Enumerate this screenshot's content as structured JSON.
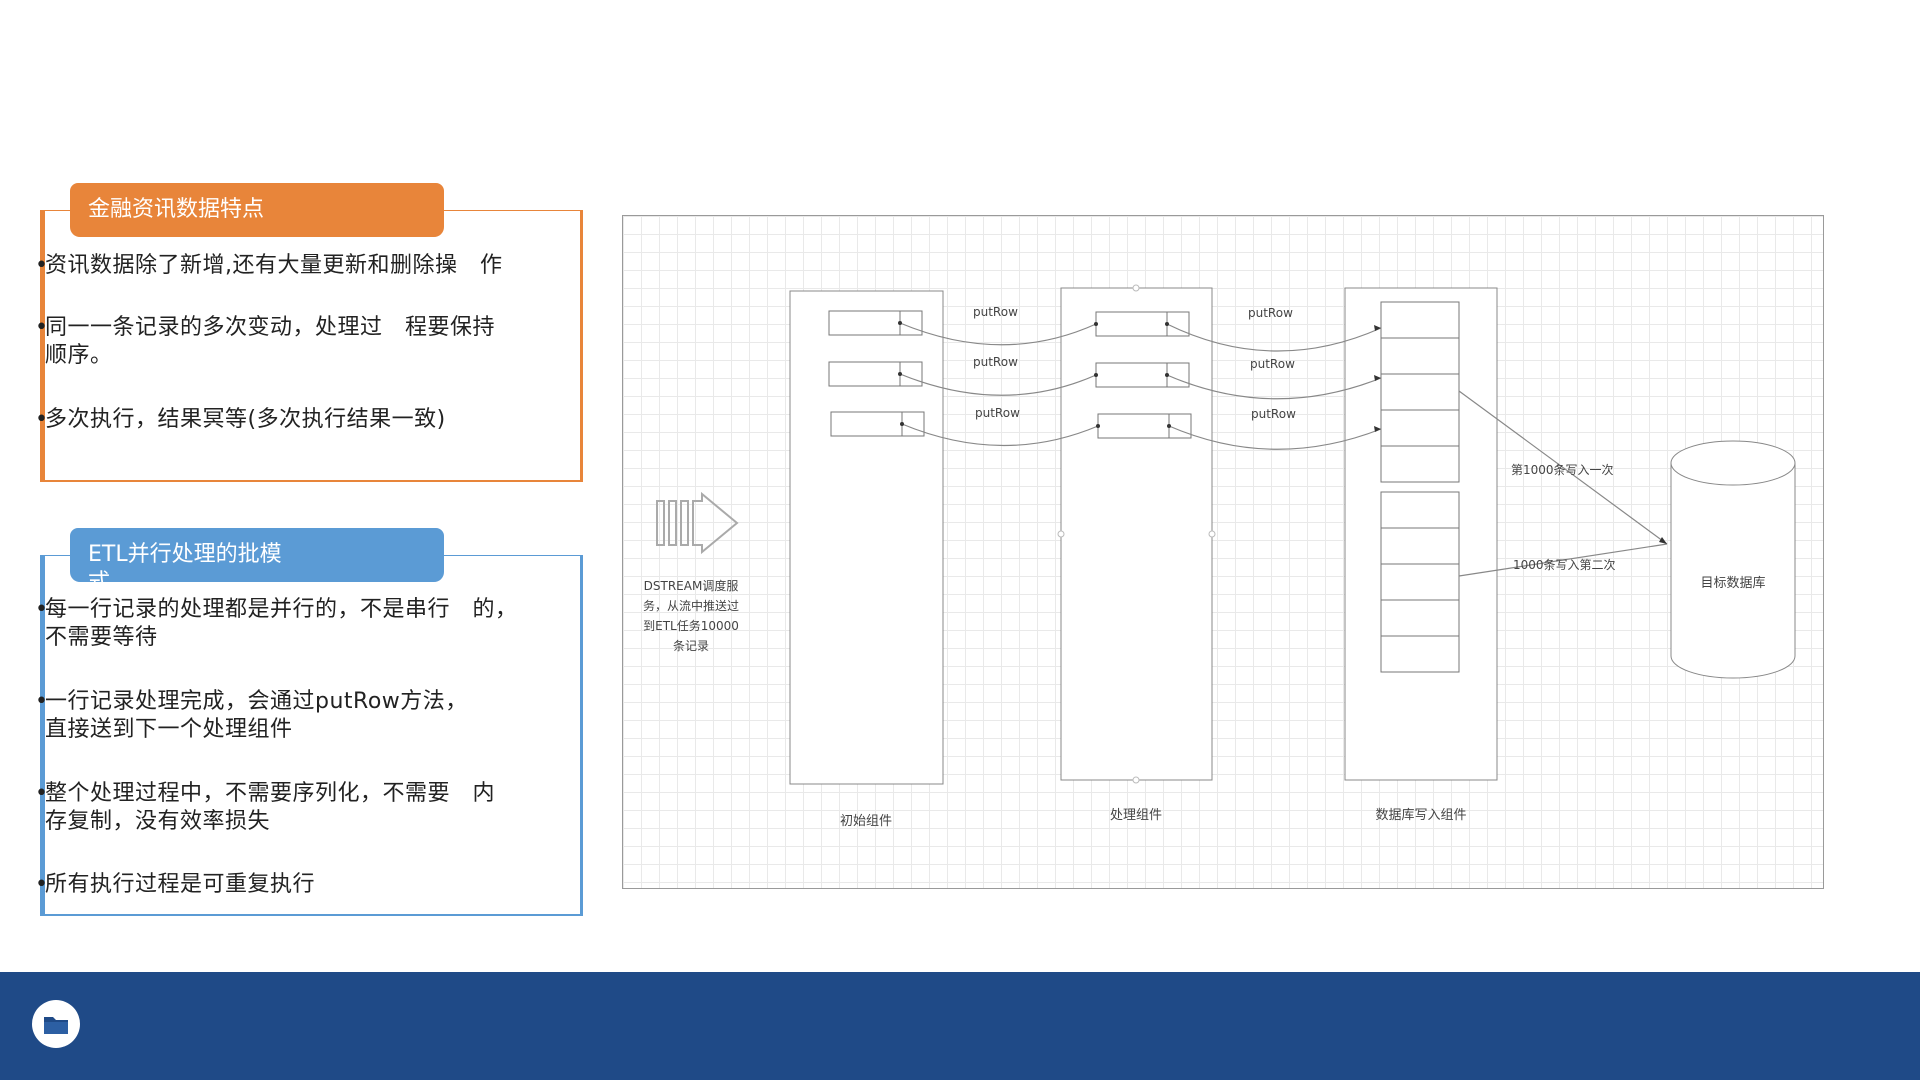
{
  "card1": {
    "title": "金融资讯数据特点",
    "items": [
      "资讯数据除了新增,还有大量更新和删除操　作",
      "同一一条记录的多次变动，处理过　程要保持\n顺序。",
      "多次执行，结果冥等(多次执行结果一致)"
    ]
  },
  "card2": {
    "title": "ETL并行处理的批模\n式",
    "items": [
      "每一行记录的处理都是并行的，不是串行　的，\n不需要等待",
      "一行记录处理完成，会通过putRow方法，\n直接送到下一个处理组件",
      "整个处理过程中，不需要序列化，不需要　内\n存复制，没有效率损失",
      "所有执行过程是可重复执行"
    ]
  },
  "diagram": {
    "source_text": [
      "DSTREAM调度服",
      "务，从流中推送过",
      "到ETL任务10000",
      "条记录"
    ],
    "arrow_label": "putRow",
    "initial_component": "初始组件",
    "process_component": "处理组件",
    "db_write_component": "数据库写入组件",
    "write_first": "第1000条写入一次",
    "write_second": "1000条写入第二次",
    "target_db": "目标数据库"
  },
  "colors": {
    "orange": "#E8853A",
    "blue": "#5B9BD5",
    "footer": "#1F4A87"
  }
}
